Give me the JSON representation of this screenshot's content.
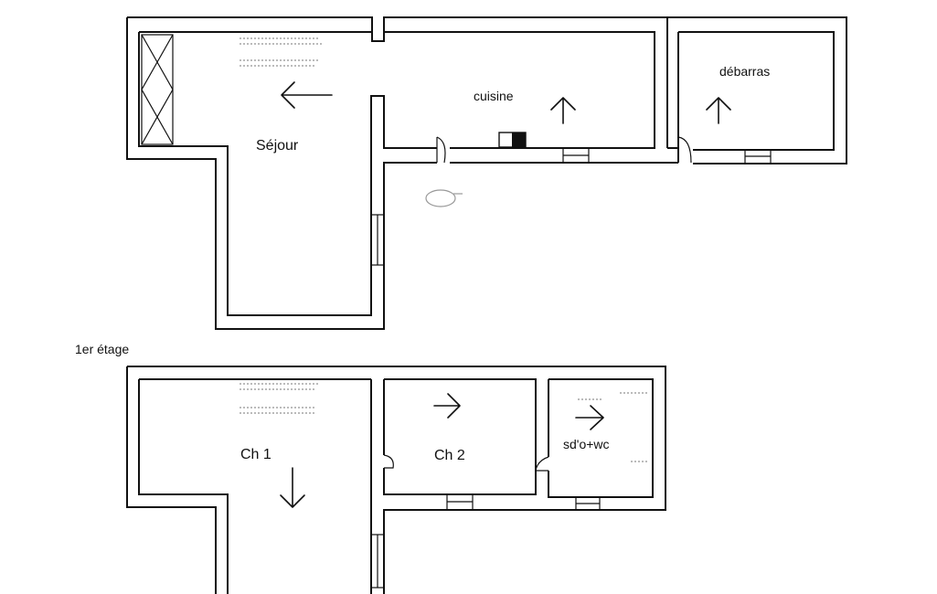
{
  "ground_floor": {
    "rooms": {
      "sejour": "Séjour",
      "cuisine": "cuisine",
      "debarras": "débarras"
    }
  },
  "first_floor": {
    "title": "1er étage",
    "rooms": {
      "ch1": "Ch 1",
      "ch2": "Ch 2",
      "sdo": "sd'o+wc"
    }
  },
  "colors": {
    "wall": "#111111",
    "background": "#ffffff"
  },
  "icons": [
    "arrow-left-icon",
    "arrow-up-icon",
    "arrow-right-icon",
    "arrow-down-icon",
    "stove-icon",
    "door-swing-icon",
    "window-icon"
  ]
}
